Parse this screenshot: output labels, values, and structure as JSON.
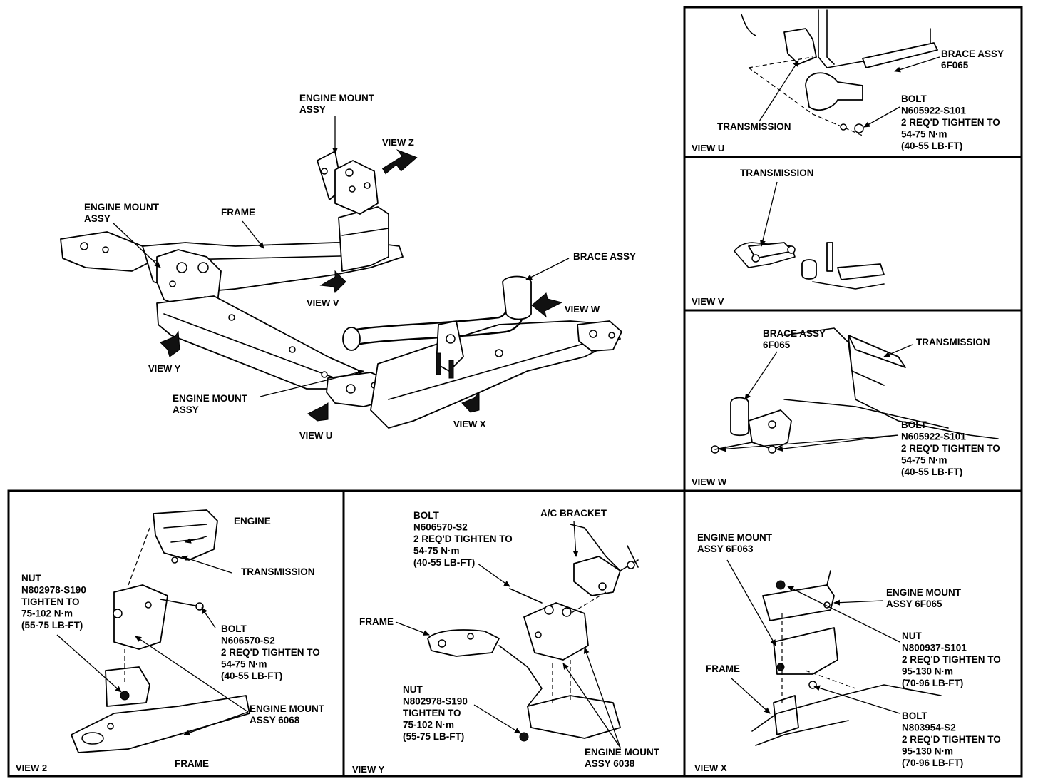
{
  "main": {
    "engine_mount_top": [
      "ENGINE MOUNT",
      "ASSY"
    ],
    "engine_mount_left": [
      "ENGINE MOUNT",
      "ASSY"
    ],
    "engine_mount_bottom": [
      "ENGINE MOUNT",
      "ASSY"
    ],
    "frame": "FRAME",
    "brace_assy": "BRACE ASSY",
    "view_z": "VIEW Z",
    "view_v": "VIEW V",
    "view_w": "VIEW W",
    "view_y": "VIEW Y",
    "view_u": "VIEW U",
    "view_x": "VIEW X"
  },
  "view_u_panel": {
    "title": "VIEW U",
    "brace": [
      "BRACE ASSY",
      "6F065"
    ],
    "transmission": "TRANSMISSION",
    "bolt": [
      "BOLT",
      "N605922-S101",
      "2 REQ'D TIGHTEN TO",
      "54-75 N·m",
      "(40-55 LB-FT)"
    ]
  },
  "view_v_panel": {
    "title": "VIEW V",
    "transmission": "TRANSMISSION"
  },
  "view_w_panel": {
    "title": "VIEW W",
    "brace": [
      "BRACE ASSY",
      "6F065"
    ],
    "transmission": "TRANSMISSION",
    "bolt": [
      "BOLT",
      "N605922-S101",
      "2 REQ'D TIGHTEN TO",
      "54-75 N·m",
      "(40-55 LB-FT)"
    ]
  },
  "view_2_panel": {
    "title": "VIEW 2",
    "engine": "ENGINE",
    "transmission": "TRANSMISSION",
    "nut": [
      "NUT",
      "N802978-S190",
      "TIGHTEN TO",
      "75-102 N·m",
      "(55-75 LB-FT)"
    ],
    "bolt": [
      "BOLT",
      "N606570-S2",
      "2 REQ'D TIGHTEN TO",
      "54-75 N·m",
      "(40-55 LB-FT)"
    ],
    "mount": [
      "ENGINE MOUNT",
      "ASSY 6068"
    ],
    "frame": "FRAME"
  },
  "view_y_panel": {
    "title": "VIEW Y",
    "bolt": [
      "BOLT",
      "N606570-S2",
      "2 REQ'D TIGHTEN TO",
      "54-75 N·m",
      "(40-55 LB-FT)"
    ],
    "ac_bracket": "A/C BRACKET",
    "frame": "FRAME",
    "nut": [
      "NUT",
      "N802978-S190",
      "TIGHTEN TO",
      "75-102 N·m",
      "(55-75 LB-FT)"
    ],
    "mount": [
      "ENGINE MOUNT",
      "ASSY 6038"
    ]
  },
  "view_x_panel": {
    "title": "VIEW X",
    "mount_1": [
      "ENGINE MOUNT",
      "ASSY 6F063"
    ],
    "mount_2": [
      "ENGINE MOUNT",
      "ASSY 6F065"
    ],
    "frame": "FRAME",
    "nut": [
      "NUT",
      "N800937-S101",
      "2 REQ'D TIGHTEN TO",
      "95-130 N·m",
      "(70-96 LB-FT)"
    ],
    "bolt": [
      "BOLT",
      "N803954-S2",
      "2 REQ'D TIGHTEN TO",
      "95-130 N·m",
      "(70-96 LB-FT)"
    ]
  }
}
